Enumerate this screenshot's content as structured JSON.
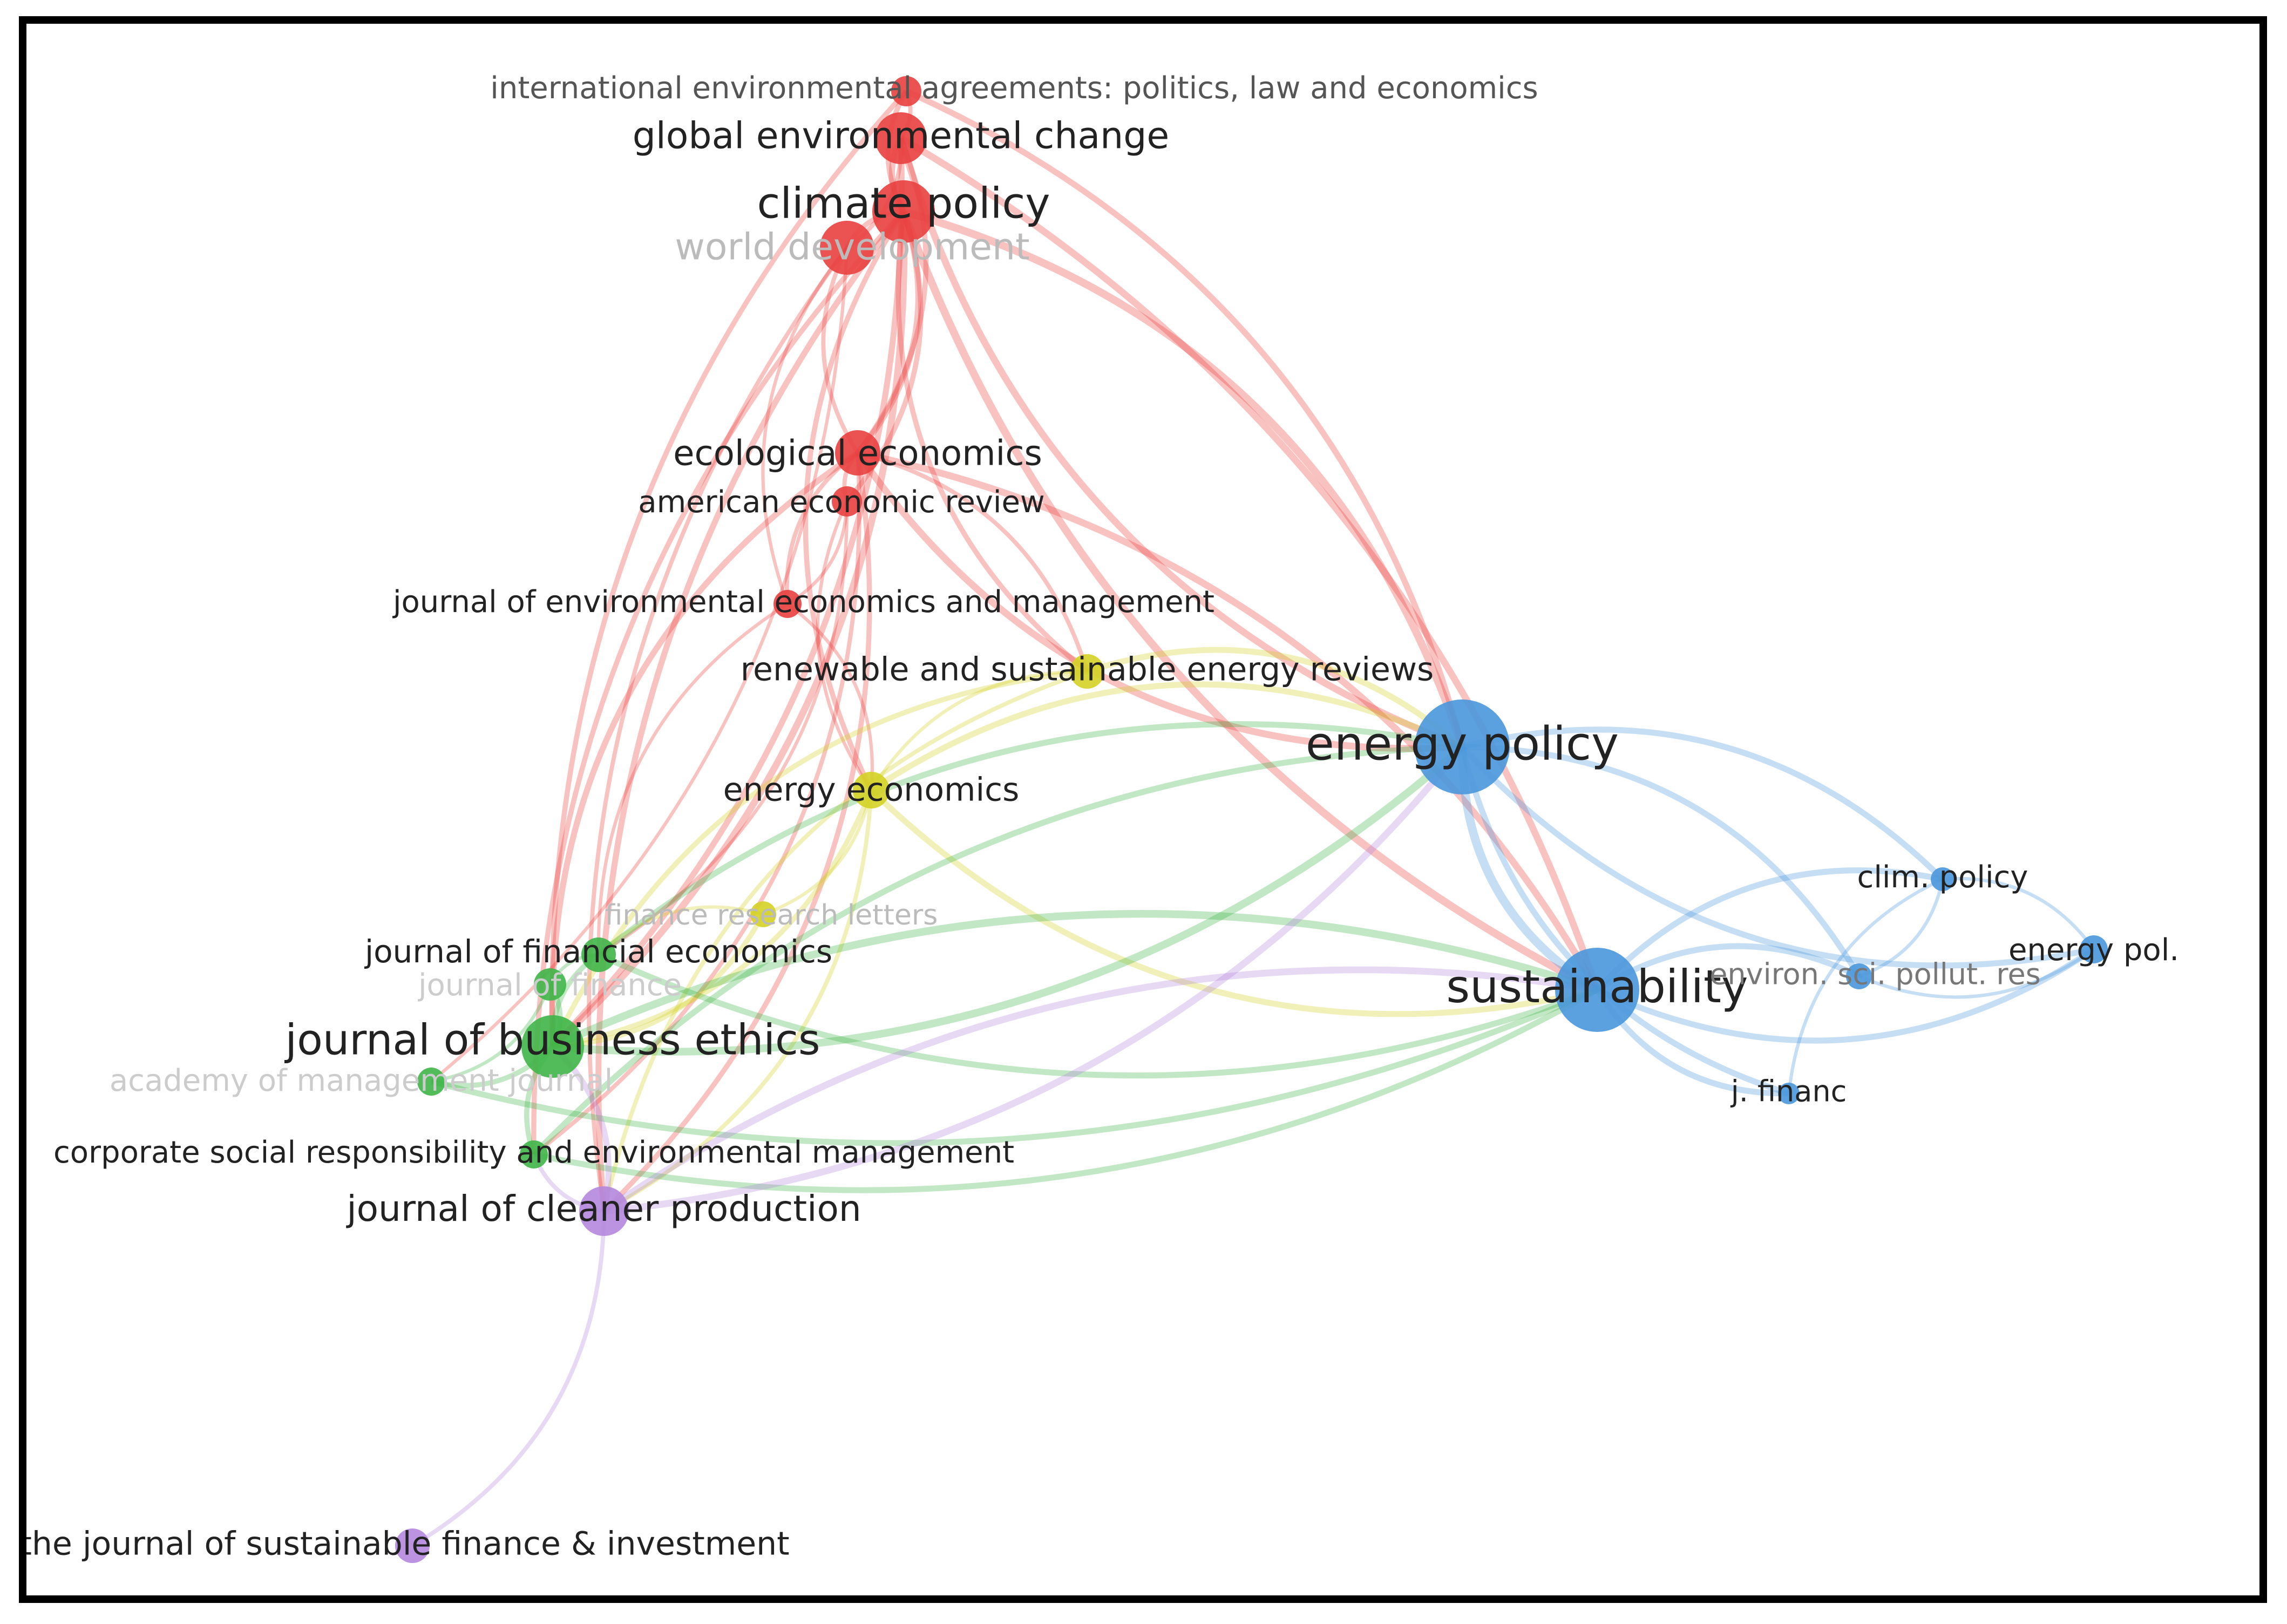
{
  "colors": {
    "red": "#e8403f",
    "green": "#3fb548",
    "blue": "#4a97dc",
    "yellow": "#d4d126",
    "purple": "#b487dd"
  },
  "nodes": [
    {
      "id": "iea",
      "label": "international environmental agreements: politics, law and economics",
      "cluster": "red",
      "weight": 1,
      "label_color": "#555555"
    },
    {
      "id": "gec",
      "label": "global environmental change",
      "cluster": "red",
      "weight": 2,
      "label_color": "#222222"
    },
    {
      "id": "cp",
      "label": "climate policy",
      "cluster": "red",
      "weight": 3,
      "label_color": "#222222"
    },
    {
      "id": "wd",
      "label": "world development",
      "cluster": "red",
      "weight": 1,
      "label_color": "#bbbbbb"
    },
    {
      "id": "ee",
      "label": "ecological economics",
      "cluster": "red",
      "weight": 2,
      "label_color": "#222222"
    },
    {
      "id": "aer",
      "label": "american economic review",
      "cluster": "red",
      "weight": 1,
      "label_color": "#222222"
    },
    {
      "id": "jeem",
      "label": "journal of environmental economics and management",
      "cluster": "red",
      "weight": 1,
      "label_color": "#222222"
    },
    {
      "id": "rser",
      "label": "renewable and sustainable energy reviews",
      "cluster": "yellow",
      "weight": 1,
      "label_color": "#222222"
    },
    {
      "id": "eneco",
      "label": "energy economics",
      "cluster": "yellow",
      "weight": 1,
      "label_color": "#222222"
    },
    {
      "id": "frl",
      "label": "finance research letters",
      "cluster": "yellow",
      "weight": 1,
      "label_color": "#bbbbbb"
    },
    {
      "id": "jfe",
      "label": "journal of financial economics",
      "cluster": "green",
      "weight": 1,
      "label_color": "#222222"
    },
    {
      "id": "jof",
      "label": "journal of finance",
      "cluster": "green",
      "weight": 1,
      "label_color": "#cccccc"
    },
    {
      "id": "jbe",
      "label": "journal of business ethics",
      "cluster": "green",
      "weight": 3,
      "label_color": "#222222"
    },
    {
      "id": "amj",
      "label": "academy of management journal",
      "cluster": "green",
      "weight": 1,
      "label_color": "#cccccc"
    },
    {
      "id": "csr",
      "label": "corporate social responsibility and environmental management",
      "cluster": "green",
      "weight": 1,
      "label_color": "#222222"
    },
    {
      "id": "jcp",
      "label": "journal of cleaner production",
      "cluster": "purple",
      "weight": 2,
      "label_color": "#222222"
    },
    {
      "id": "jsfi",
      "label": "the journal of sustainable finance & investment",
      "cluster": "purple",
      "weight": 1,
      "label_color": "#222222"
    },
    {
      "id": "ep",
      "label": "energy policy",
      "cluster": "blue",
      "weight": 4,
      "label_color": "#222222"
    },
    {
      "id": "sus",
      "label": "sustainability",
      "cluster": "blue",
      "weight": 4,
      "label_color": "#222222"
    },
    {
      "id": "clim",
      "label": "clim. policy",
      "cluster": "blue",
      "weight": 1,
      "label_color": "#222222"
    },
    {
      "id": "enpol",
      "label": "energy pol.",
      "cluster": "blue",
      "weight": 1,
      "label_color": "#222222"
    },
    {
      "id": "esp",
      "label": "environ. sci. pollut. res",
      "cluster": "blue",
      "weight": 1,
      "label_color": "#777777"
    },
    {
      "id": "jfin",
      "label": "j. financ",
      "cluster": "blue",
      "weight": 1,
      "label_color": "#222222"
    }
  ],
  "edges": [
    [
      "iea",
      "cp"
    ],
    [
      "iea",
      "gec"
    ],
    [
      "gec",
      "cp"
    ],
    [
      "gec",
      "wd"
    ],
    [
      "cp",
      "wd"
    ],
    [
      "cp",
      "ee"
    ],
    [
      "wd",
      "ee"
    ],
    [
      "gec",
      "ee"
    ],
    [
      "ee",
      "aer"
    ],
    [
      "aer",
      "jeem"
    ],
    [
      "ee",
      "jeem"
    ],
    [
      "cp",
      "aer"
    ],
    [
      "wd",
      "jeem"
    ],
    [
      "cp",
      "ep"
    ],
    [
      "gec",
      "ep"
    ],
    [
      "iea",
      "ep"
    ],
    [
      "cp",
      "sus"
    ],
    [
      "gec",
      "sus"
    ],
    [
      "ee",
      "ep"
    ],
    [
      "ee",
      "sus"
    ],
    [
      "cp",
      "rser"
    ],
    [
      "ee",
      "rser"
    ],
    [
      "aer",
      "eneco"
    ],
    [
      "jeem",
      "eneco"
    ],
    [
      "cp",
      "eneco"
    ],
    [
      "cp",
      "jbe"
    ],
    [
      "ee",
      "jbe"
    ],
    [
      "gec",
      "jbe"
    ],
    [
      "wd",
      "jcp"
    ],
    [
      "ee",
      "jcp"
    ],
    [
      "cp",
      "jcp"
    ],
    [
      "aer",
      "jfe"
    ],
    [
      "jeem",
      "jfe"
    ],
    [
      "ee",
      "csr"
    ],
    [
      "cp",
      "csr"
    ],
    [
      "wd",
      "amj"
    ],
    [
      "iea",
      "jbe"
    ],
    [
      "rser",
      "ep"
    ],
    [
      "rser",
      "eneco"
    ],
    [
      "eneco",
      "ep"
    ],
    [
      "eneco",
      "sus"
    ],
    [
      "eneco",
      "frl"
    ],
    [
      "rser",
      "jcp"
    ],
    [
      "eneco",
      "jbe"
    ],
    [
      "frl",
      "jfe"
    ],
    [
      "frl",
      "jbe"
    ],
    [
      "rser",
      "jbe"
    ],
    [
      "eneco",
      "jcp"
    ],
    [
      "jfe",
      "jbe"
    ],
    [
      "jof",
      "jbe"
    ],
    [
      "amj",
      "jbe"
    ],
    [
      "csr",
      "jbe"
    ],
    [
      "jfe",
      "jof"
    ],
    [
      "jof",
      "amj"
    ],
    [
      "jbe",
      "ep"
    ],
    [
      "jbe",
      "sus"
    ],
    [
      "jfe",
      "sus"
    ],
    [
      "jfe",
      "ep"
    ],
    [
      "csr",
      "sus"
    ],
    [
      "csr",
      "ep"
    ],
    [
      "amj",
      "sus"
    ],
    [
      "jcp",
      "sus"
    ],
    [
      "jcp",
      "ep"
    ],
    [
      "jcp",
      "jsfi"
    ],
    [
      "jcp",
      "jbe"
    ],
    [
      "jcp",
      "csr"
    ],
    [
      "ep",
      "sus"
    ],
    [
      "ep",
      "clim"
    ],
    [
      "ep",
      "enpol"
    ],
    [
      "sus",
      "clim"
    ],
    [
      "sus",
      "enpol"
    ],
    [
      "sus",
      "esp"
    ],
    [
      "sus",
      "jfin"
    ],
    [
      "clim",
      "enpol"
    ],
    [
      "esp",
      "enpol"
    ],
    [
      "jfin",
      "clim"
    ],
    [
      "esp",
      "clim"
    ],
    [
      "ep",
      "esp"
    ],
    [
      "ep",
      "jfin"
    ]
  ]
}
